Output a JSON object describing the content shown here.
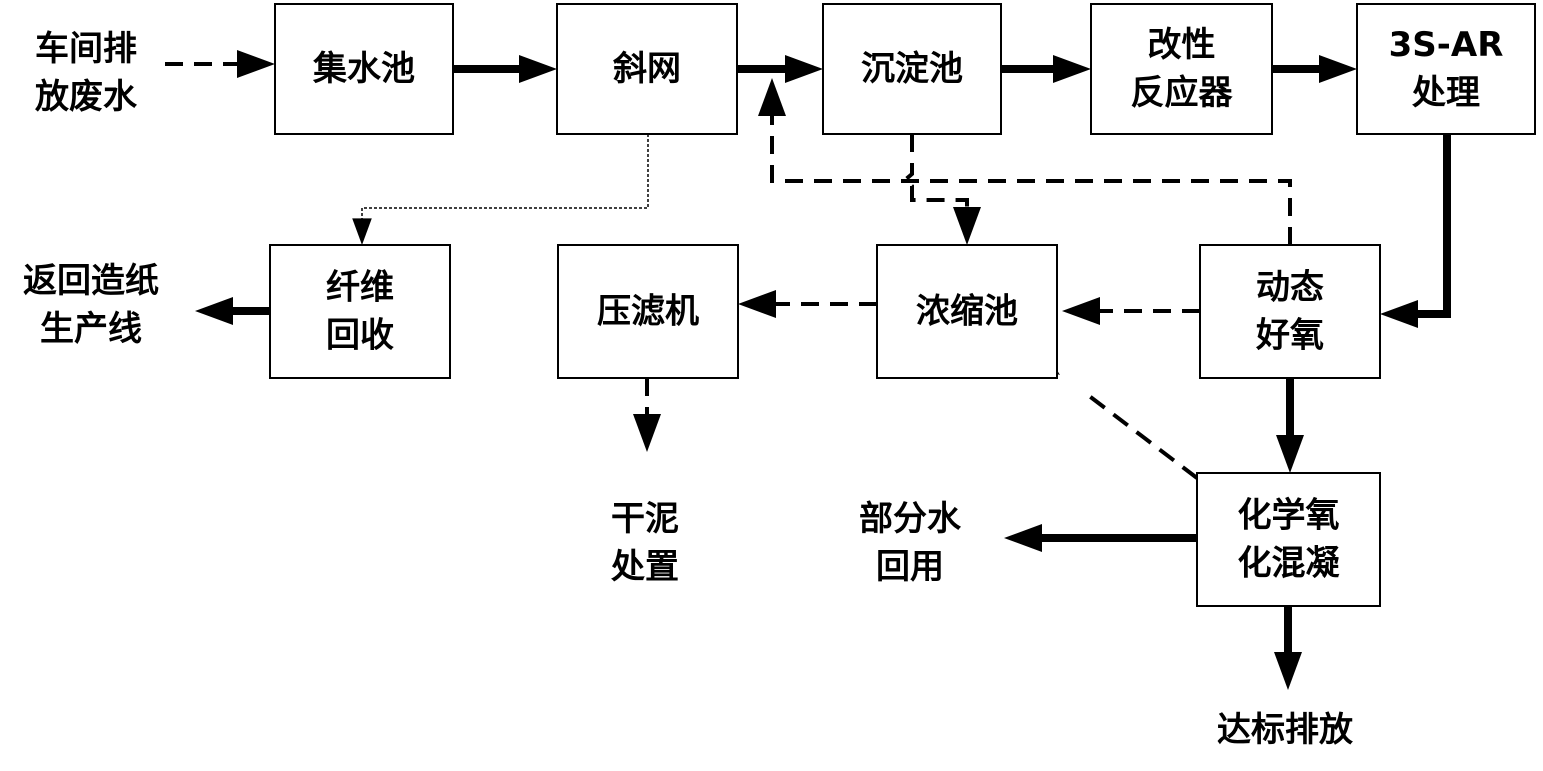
{
  "nodes": {
    "source": {
      "lines": [
        "车间排",
        "放废水"
      ]
    },
    "collect": {
      "lines": [
        "集水池"
      ]
    },
    "screen": {
      "lines": [
        "斜网"
      ]
    },
    "settle": {
      "lines": [
        "沉淀池"
      ]
    },
    "modreactor": {
      "lines": [
        "改性",
        "反应器"
      ]
    },
    "treat3s": {
      "lines": [
        "3S-AR",
        "处理"
      ]
    },
    "fiber": {
      "lines": [
        "纤维",
        "回收"
      ]
    },
    "press": {
      "lines": [
        "压滤机"
      ]
    },
    "thickener": {
      "lines": [
        "浓缩池"
      ]
    },
    "aerobic": {
      "lines": [
        "动态",
        "好氧"
      ]
    },
    "chem": {
      "lines": [
        "化学氧",
        "化混凝"
      ]
    },
    "returnline": {
      "lines": [
        "返回造纸",
        "生产线"
      ]
    },
    "sludge": {
      "lines": [
        "干泥",
        "处置"
      ]
    },
    "reuse": {
      "lines": [
        "部分水",
        "回用"
      ]
    },
    "discharge": {
      "lines": [
        "达标排放"
      ]
    }
  },
  "flows": [
    {
      "from": "source",
      "to": "collect",
      "style": "dashed"
    },
    {
      "from": "collect",
      "to": "screen",
      "style": "solid"
    },
    {
      "from": "screen",
      "to": "settle",
      "style": "solid"
    },
    {
      "from": "settle",
      "to": "modreactor",
      "style": "solid"
    },
    {
      "from": "modreactor",
      "to": "treat3s",
      "style": "solid"
    },
    {
      "from": "treat3s",
      "to": "aerobic",
      "style": "solid"
    },
    {
      "from": "aerobic",
      "to": "chem",
      "style": "solid"
    },
    {
      "from": "chem",
      "to": "discharge",
      "style": "solid"
    },
    {
      "from": "chem",
      "to": "reuse",
      "style": "solid"
    },
    {
      "from": "fiber",
      "to": "returnline",
      "style": "solid"
    },
    {
      "from": "screen",
      "to": "fiber",
      "style": "dotted"
    },
    {
      "from": "settle",
      "to": "thickener",
      "style": "dashed"
    },
    {
      "from": "aerobic",
      "to": "settle",
      "style": "dashed"
    },
    {
      "from": "aerobic",
      "to": "thickener",
      "style": "dashed"
    },
    {
      "from": "chem",
      "to": "thickener",
      "style": "dashed"
    },
    {
      "from": "thickener",
      "to": "press",
      "style": "dashed"
    },
    {
      "from": "press",
      "to": "sludge",
      "style": "dashed"
    }
  ]
}
